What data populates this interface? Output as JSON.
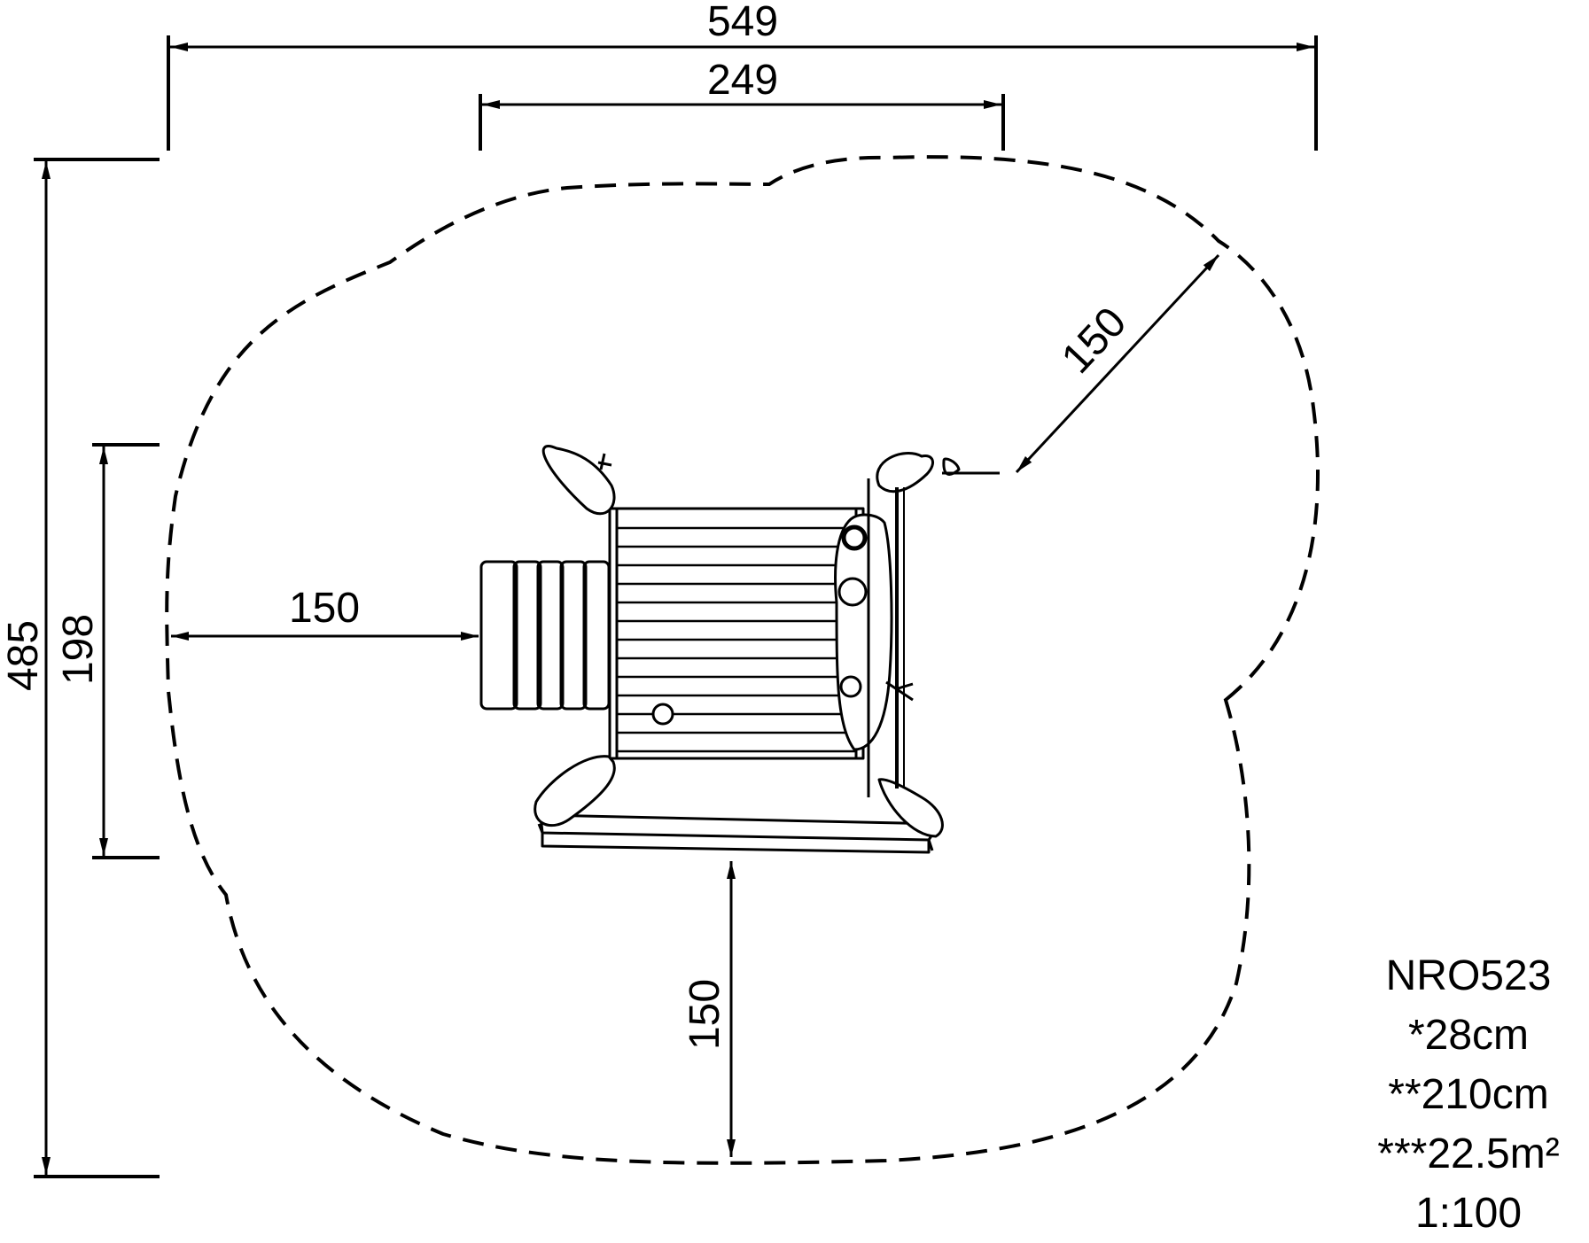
{
  "dimensions": {
    "overall_width": "549",
    "inner_width": "249",
    "overall_depth": "485",
    "equipment_depth": "198",
    "clearance_left": "150",
    "clearance_bottom": "150",
    "clearance_diagonal": "150"
  },
  "info": {
    "model": "NRO523",
    "fall_height": "*28cm",
    "free_height": "**210cm",
    "area": "***22.5m²",
    "scale": "1:100"
  }
}
